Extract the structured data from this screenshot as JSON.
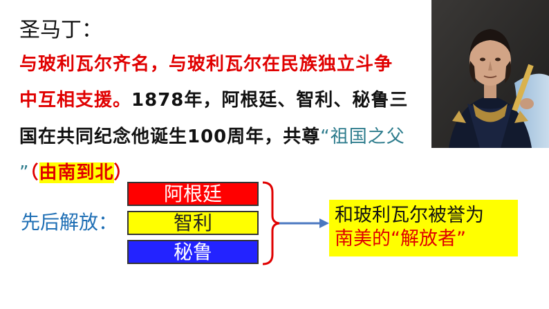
{
  "title": "圣马丁：",
  "text": {
    "line1": "与玻利瓦尔齐名，与玻利瓦尔在民族独立斗争",
    "line2_red": "中互相支援。",
    "line2_black": "1878年，阿根廷、智利、秘鲁三",
    "line3_black": "国在共同纪念他诞生100周年，共尊",
    "line3_teal": "“祖国之父",
    "line4_teal": "”",
    "line4_paren_open": "（",
    "line4_highlight": "由南到北",
    "line4_paren_close": "）"
  },
  "liberation": {
    "label": "先后解放：",
    "countries": [
      "阿根廷",
      "智利",
      "秘鲁"
    ]
  },
  "result": {
    "line1": "和玻利瓦尔被誉为",
    "line2": "南美的“解放者”"
  },
  "colors": {
    "accent_red": "#e00000",
    "teal": "#2c7b8c",
    "label_blue": "#1f6fb5",
    "highlight_yellow": "#ffff00",
    "box_red": "#ff0000",
    "box_yellow": "#ffff00",
    "box_blue": "#2323ff",
    "arrow_blue": "#4a77c0"
  }
}
